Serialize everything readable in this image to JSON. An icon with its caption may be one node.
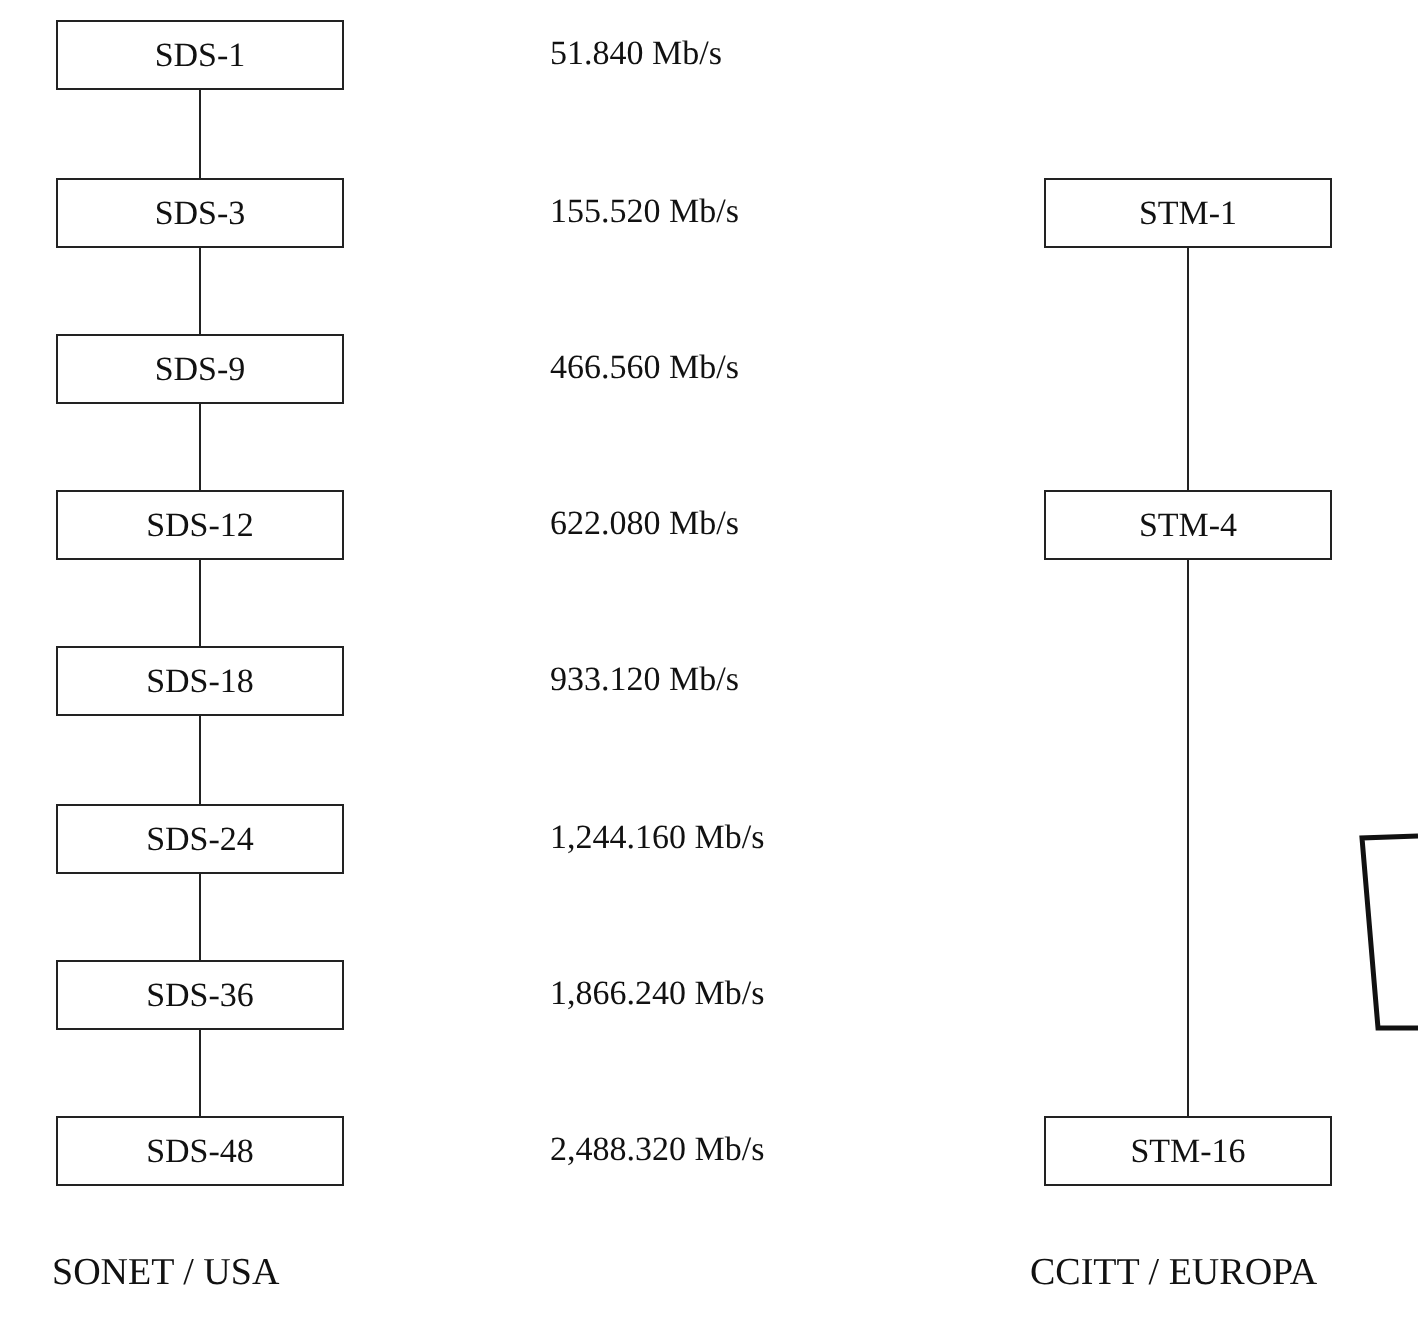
{
  "diagram": {
    "nodes": [
      {
        "text": [
          "SDS-1"
        ]
      },
      {
        "text": [
          "SDS-3"
        ]
      },
      {
        "text": [
          "SDS-9"
        ]
      },
      {
        "text": [
          "SDS-12"
        ]
      },
      {
        "text": [
          "SDS-18"
        ]
      },
      {
        "text": [
          "SDS-24"
        ]
      },
      {
        "text": [
          "SDS-36"
        ]
      },
      {
        "text": [
          "SDS-48"
        ]
      },
      {
        "text": [
          "STM-1"
        ]
      },
      {
        "text": [
          "STM-4"
        ]
      },
      {
        "text": [
          "STM-16"
        ]
      }
    ],
    "edges": [
      {
        "from": 0,
        "to": 1,
        "arrow": "none"
      },
      {
        "from": 1,
        "to": 2,
        "arrow": "none"
      },
      {
        "from": 2,
        "to": 3,
        "arrow": "none"
      },
      {
        "from": 3,
        "to": 4,
        "arrow": "none"
      },
      {
        "from": 4,
        "to": 5,
        "arrow": "none"
      },
      {
        "from": 5,
        "to": 6,
        "arrow": "none"
      },
      {
        "from": 6,
        "to": 7,
        "arrow": "none"
      },
      {
        "from": 8,
        "to": 9,
        "arrow": "none"
      },
      {
        "from": 9,
        "to": 10,
        "arrow": "none"
      }
    ],
    "labels": [
      "51.840 Mb/s",
      "155.520 Mb/s",
      "466.560 Mb/s",
      "622.080 Mb/s",
      "933.120 Mb/s",
      "1,244.160 Mb/s",
      "1,866.240 Mb/s",
      "2,488.320 Mb/s",
      "SONET / USA",
      "CCITT / EUROPA"
    ]
  }
}
